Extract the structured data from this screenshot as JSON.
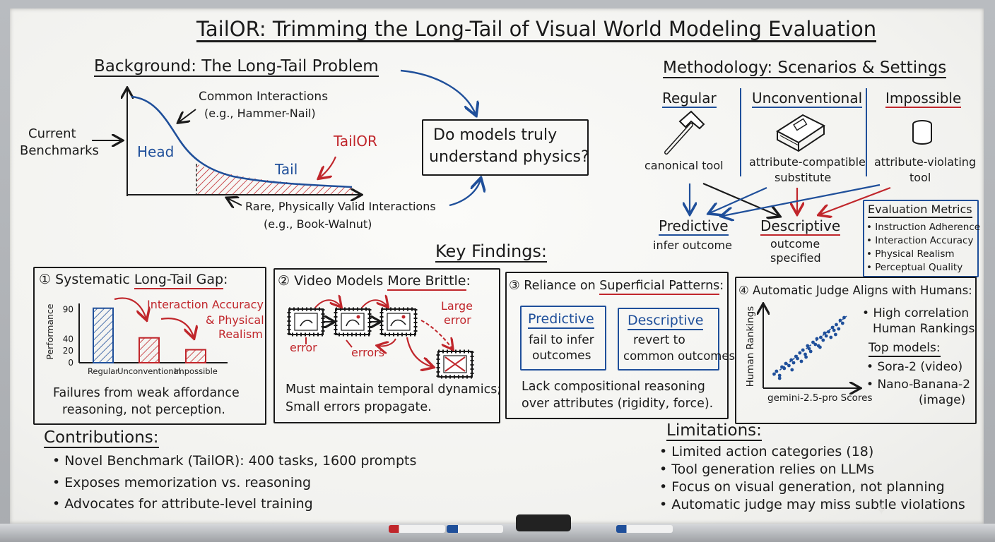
{
  "title": "TailOR: Trimming the Long-Tail of Visual World Modeling Evaluation",
  "background": {
    "heading": "Background: The Long-Tail Problem",
    "common_label": "Common Interactions",
    "common_example": "(e.g., Hammer-Nail)",
    "current_benchmarks_1": "Current",
    "current_benchmarks_2": "Benchmarks",
    "head_label": "Head",
    "tail_label": "Tail",
    "tailor_label": "TailOR",
    "rare_label": "Rare, Physically Valid Interactions",
    "rare_example": "(e.g., Book-Walnut)",
    "question_1": "Do models truly",
    "question_2": "understand physics?"
  },
  "methodology": {
    "heading": "Methodology: Scenarios & Settings",
    "scenarios": [
      {
        "name": "Regular",
        "desc_1": "canonical tool",
        "desc_2": "",
        "icon": "hammer-icon"
      },
      {
        "name": "Unconventional",
        "desc_1": "attribute-compatible",
        "desc_2": "substitute",
        "icon": "book-icon"
      },
      {
        "name": "Impossible",
        "desc_1": "attribute-violating",
        "desc_2": "tool",
        "icon": "cylinder-icon"
      }
    ],
    "settings": [
      {
        "name": "Predictive",
        "desc_1": "infer outcome",
        "desc_2": ""
      },
      {
        "name": "Descriptive",
        "desc_1": "outcome",
        "desc_2": "specified"
      }
    ],
    "metrics_title": "Evaluation Metrics",
    "metrics": [
      "Instruction Adherence",
      "Interaction Accuracy",
      "Physical Realism",
      "Perceptual Quality"
    ]
  },
  "key_findings": {
    "heading": "Key Findings:",
    "f1": {
      "num": "①",
      "title_pre": "Systematic ",
      "title_ul": "Long-Tail Gap",
      "title_post": ":",
      "ylabel": "Performance",
      "note_1": "Interaction Accuracy",
      "note_2": "& Physical",
      "note_3": "Realism",
      "text_1": "Failures from weak affordance",
      "text_2": "reasoning, not perception."
    },
    "f2": {
      "num": "②",
      "title_pre": "Video Models ",
      "title_ul": "More Brittle",
      "title_post": ":",
      "error": "error",
      "errors": "errors",
      "large_1": "Large",
      "large_2": "error",
      "text_1": "Must maintain temporal dynamics;",
      "text_2": "Small errors propagate."
    },
    "f3": {
      "num": "③",
      "title_pre": "Reliance on ",
      "title_ul": "Superficial Patterns",
      "title_post": ":",
      "pred_title": "Predictive",
      "pred_1": "fail to infer",
      "pred_2": "outcomes",
      "desc_title": "Descriptive",
      "desc_1": "revert to",
      "desc_2": "common outcomes",
      "text_1": "Lack compositional reasoning",
      "text_2": "over attributes (rigidity, force)."
    },
    "f4": {
      "num": "④",
      "title": "Automatic Judge Aligns with Humans:",
      "ylabel": "Human Rankings",
      "xlabel": "gemini-2.5-pro Scores",
      "hc_1": "High correlation",
      "hc_2": "Human Rankings",
      "top_models": "Top models:",
      "model_1": "Sora-2 (video)",
      "model_2": "Nano-Banana-2",
      "model_3": "(image)"
    }
  },
  "chart_data": [
    {
      "type": "bar",
      "categories": [
        "Regular",
        "Unconventional",
        "Impossible"
      ],
      "values": [
        92,
        42,
        22
      ],
      "ylim": [
        0,
        100
      ],
      "yticks": [
        "90",
        "40",
        "20",
        "0"
      ],
      "colors": [
        "#1f4f9a",
        "#c0262b",
        "#c0262b"
      ],
      "ylabel": "Performance"
    },
    {
      "type": "scatter",
      "xlabel": "gemini-2.5-pro Scores",
      "ylabel": "Human Rankings",
      "x": [
        0.05,
        0.08,
        0.12,
        0.15,
        0.18,
        0.2,
        0.24,
        0.27,
        0.3,
        0.33,
        0.35,
        0.38,
        0.4,
        0.42,
        0.45,
        0.48,
        0.5,
        0.52,
        0.55,
        0.58,
        0.6,
        0.62,
        0.65,
        0.68,
        0.7,
        0.72,
        0.75,
        0.78,
        0.8,
        0.82,
        0.85,
        0.88,
        0.9,
        0.93,
        0.95,
        0.12,
        0.28,
        0.46,
        0.64,
        0.84
      ],
      "y": [
        0.1,
        0.14,
        0.08,
        0.2,
        0.18,
        0.25,
        0.22,
        0.3,
        0.26,
        0.35,
        0.32,
        0.4,
        0.28,
        0.44,
        0.38,
        0.5,
        0.46,
        0.42,
        0.55,
        0.52,
        0.6,
        0.5,
        0.62,
        0.58,
        0.68,
        0.64,
        0.7,
        0.62,
        0.76,
        0.72,
        0.8,
        0.74,
        0.86,
        0.82,
        0.9,
        0.04,
        0.16,
        0.34,
        0.48,
        0.66
      ]
    }
  ],
  "contributions": {
    "heading": "Contributions:",
    "items": [
      "Novel Benchmark (TailOR): 400 tasks, 1600 prompts",
      "Exposes memorization vs. reasoning",
      "Advocates for attribute-level training"
    ]
  },
  "limitations": {
    "heading": "Limitations:",
    "items": [
      "Limited action categories (18)",
      "Tool generation relies on LLMs",
      "Focus on visual generation, not planning",
      "Automatic judge may miss subtle violations"
    ]
  },
  "colors": {
    "red": "#c0262b",
    "blue": "#1f4f9a",
    "ink": "#1a1a1a"
  }
}
